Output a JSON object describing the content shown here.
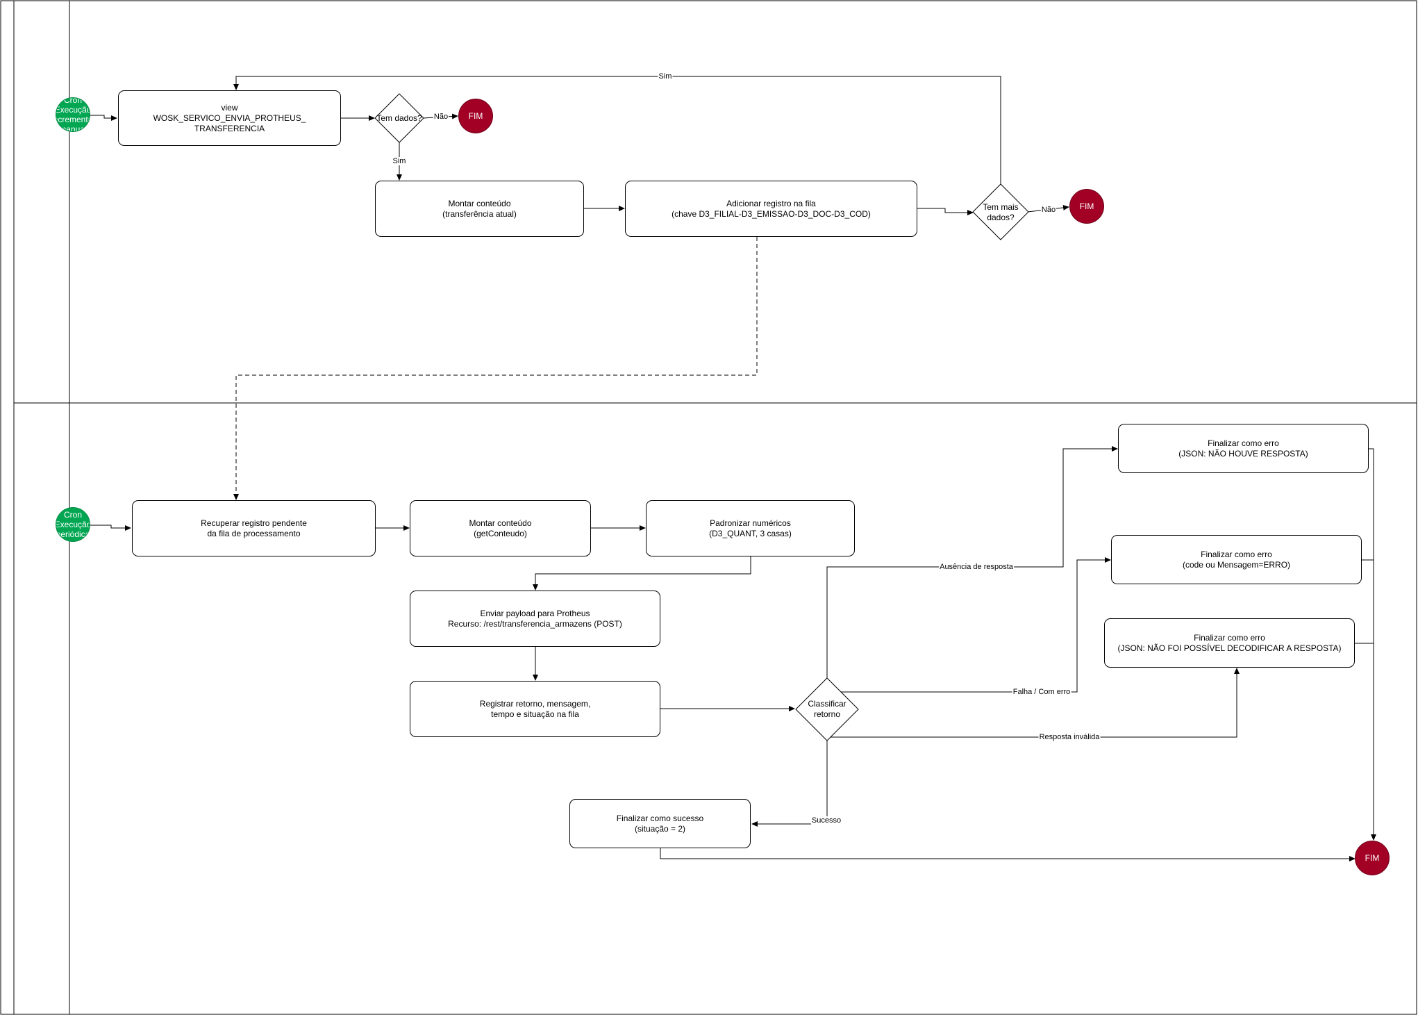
{
  "lanes": {
    "top": {
      "start_label": "Cron\nExecução\nincremental\nmanual"
    },
    "bottom": {
      "start_label": "Cron\nExecução\nperiódica"
    }
  },
  "nodes": {
    "view": "view\nWOSK_SERVICO_ENVIA_PROTHEUS_\nTRANSFERENCIA",
    "tem_dados": "Tem dados?",
    "fim_1": "FIM",
    "montar_conteudo_1": "Montar conteúdo\n(transferência atual)",
    "adicionar_registro": "Adicionar registro na fila\n(chave D3_FILIAL-D3_EMISSAO-D3_DOC-D3_COD)",
    "tem_mais_dados": "Tem mais\ndados?",
    "fim_2": "FIM",
    "recuperar_registro": "Recuperar registro pendente\nda fila de processamento",
    "montar_conteudo_2": "Montar conteúdo\n(getConteudo)",
    "padronizar": "Padronizar numéricos\n(D3_QUANT, 3 casas)",
    "enviar_payload": "Enviar payload para Protheus\nRecurso: /rest/transferencia_armazens (POST)",
    "registrar_retorno": "Registrar retorno, mensagem,\ntempo e situação na fila",
    "classificar": "Classificar\nretorno",
    "erro_sem_resposta": "Finalizar como erro\n(JSON: NÃO HOUVE RESPOSTA)",
    "erro_code": "Finalizar como erro\n(code ou Mensagem=ERRO)",
    "erro_decodificar": "Finalizar como erro\n(JSON: NÃO FOI POSSÍVEL DECODIFICAR A RESPOSTA)",
    "sucesso": "Finalizar como sucesso\n(situação = 2)",
    "fim_3": "FIM"
  },
  "edge_labels": {
    "sim_loop": "Sim",
    "nao_1": "Não",
    "sim_1": "Sim",
    "nao_2": "Não",
    "ausencia": "Ausência de resposta",
    "falha": "Falha / Com erro",
    "invalida": "Resposta inválida",
    "sucesso": "Sucesso"
  },
  "colors": {
    "start": "#00a651",
    "end": "#a20025",
    "stroke": "#000000"
  }
}
